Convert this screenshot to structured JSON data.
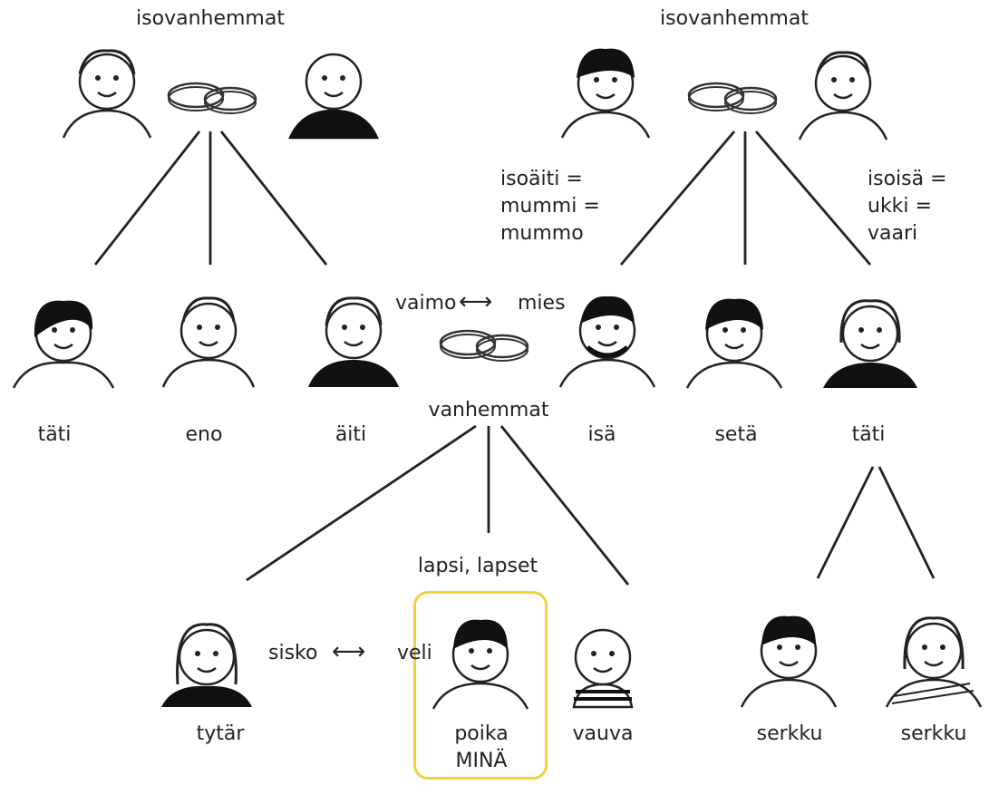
{
  "colors": {
    "line": "#222222",
    "highlight": "#f0d23c",
    "skin": "#ffffff",
    "dark": "#111111"
  },
  "labels": {
    "grandparents_left": "isovanhemmat",
    "grandparents_right": "isovanhemmat",
    "grandmother_terms": "isoäiti =\nmummi =\nmummo",
    "grandfather_terms": "isoisä =\nukki =\nvaari",
    "vaimo": "vaimo",
    "mies": "mies",
    "arrow": "⟷",
    "parents": "vanhemmat",
    "child_label": "lapsi, lapset",
    "sisko": "sisko",
    "veli": "veli"
  },
  "people": {
    "tati_left": "täti",
    "eno": "eno",
    "aiti": "äiti",
    "isa": "isä",
    "seta": "setä",
    "tati_right": "täti",
    "tytar": "tytär",
    "poika": "poika",
    "mina": "MINÄ",
    "vauva": "vauva",
    "serkku_1": "serkku",
    "serkku_2": "serkku"
  },
  "icons": {
    "faces": [
      "grandmother",
      "grandfather",
      "grandmother",
      "grandfather",
      "aunt",
      "uncle",
      "mother",
      "father",
      "uncle",
      "aunt",
      "daughter",
      "son",
      "baby",
      "cousin",
      "cousin"
    ],
    "rings": "wedding-rings"
  }
}
